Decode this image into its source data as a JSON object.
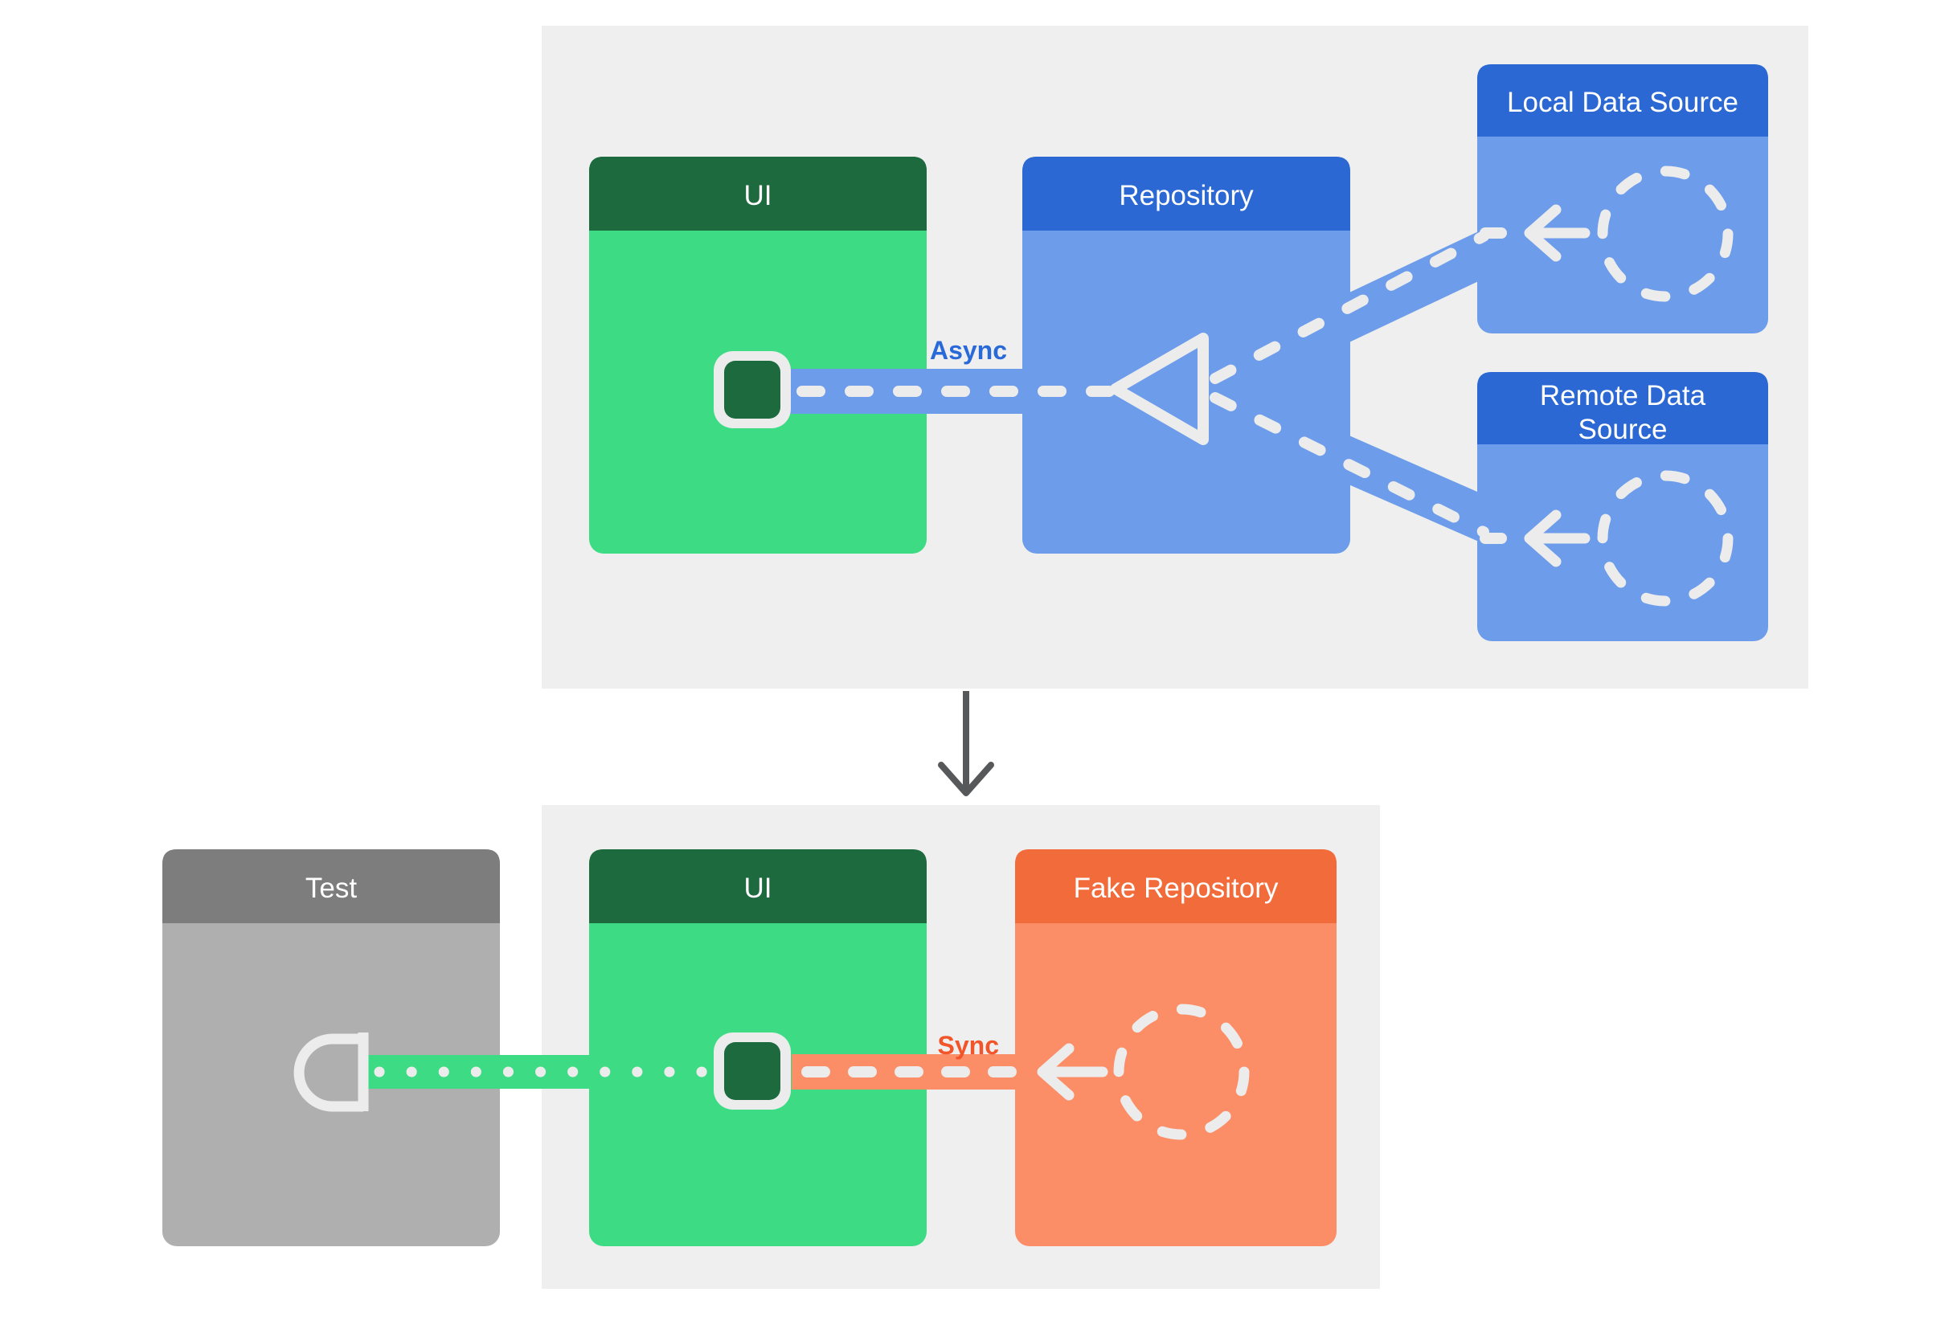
{
  "diagram": {
    "production_flow": {
      "ui_label": "UI",
      "repository_label": "Repository",
      "local_data_source_label": "Local Data Source",
      "remote_data_source_label_line1": "Remote Data",
      "remote_data_source_label_line2": "Source",
      "async_label": "Async"
    },
    "test_flow": {
      "test_label": "Test",
      "ui_label": "UI",
      "fake_repository_label": "Fake Repository",
      "sync_label": "Sync"
    },
    "colors": {
      "panel_background": "#EFEFEF",
      "green_header": "#1D6A3F",
      "green_body": "#3DDB84",
      "blue_header": "#2B68D3",
      "blue_body": "#6C9CEA",
      "orange_header": "#F26C3B",
      "orange_body": "#FB8D67",
      "gray_header": "#7D7D7D",
      "gray_body": "#AFAFAF",
      "connector_stroke": "#ECECEC",
      "async_label_color": "#2A6AD8",
      "sync_label_color": "#F2552A",
      "flow_arrow_color": "#57585A"
    }
  }
}
